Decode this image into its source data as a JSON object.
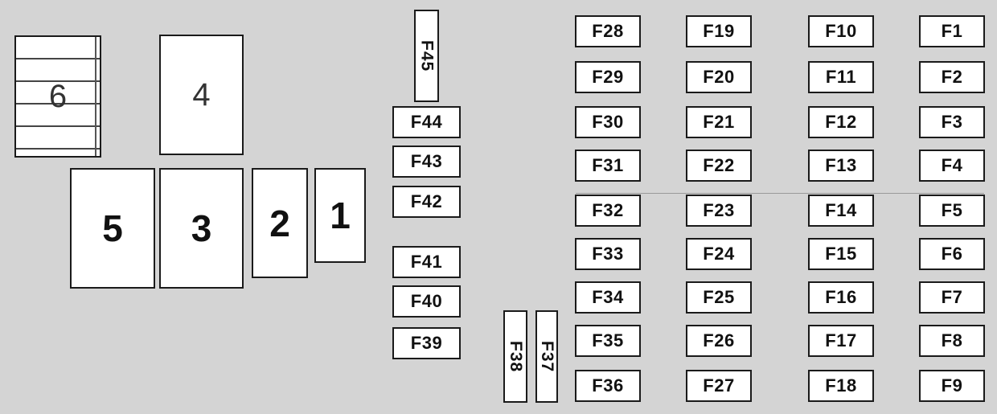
{
  "relays": {
    "r1": "1",
    "r2": "2",
    "r3": "3",
    "r4": "4",
    "r5": "5",
    "r6": "6"
  },
  "fuses": {
    "f1": "F1",
    "f2": "F2",
    "f3": "F3",
    "f4": "F4",
    "f5": "F5",
    "f6": "F6",
    "f7": "F7",
    "f8": "F8",
    "f9": "F9",
    "f10": "F10",
    "f11": "F11",
    "f12": "F12",
    "f13": "F13",
    "f14": "F14",
    "f15": "F15",
    "f16": "F16",
    "f17": "F17",
    "f18": "F18",
    "f19": "F19",
    "f20": "F20",
    "f21": "F21",
    "f22": "F22",
    "f23": "F23",
    "f24": "F24",
    "f25": "F25",
    "f26": "F26",
    "f27": "F27",
    "f28": "F28",
    "f29": "F29",
    "f30": "F30",
    "f31": "F31",
    "f32": "F32",
    "f33": "F33",
    "f34": "F34",
    "f35": "F35",
    "f36": "F36",
    "f37": "F37",
    "f38": "F38",
    "f39": "F39",
    "f40": "F40",
    "f41": "F41",
    "f42": "F42",
    "f43": "F43",
    "f44": "F44",
    "f45": "F45"
  }
}
